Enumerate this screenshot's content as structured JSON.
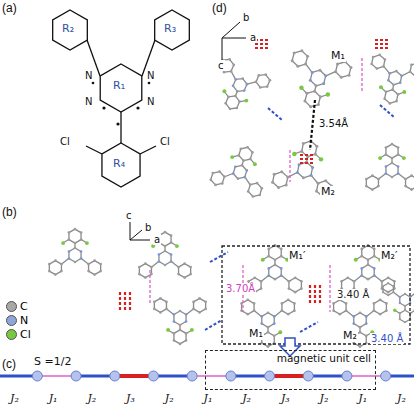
{
  "diagram": {
    "nodes": [
      {
        "text": [
          "magnetic unit cell"
        ]
      }
    ],
    "labels": [
      "(a)",
      "R₁",
      "R₂",
      "R₃",
      "R₄",
      "N",
      "N",
      "N",
      "N",
      "Cl",
      "Cl",
      "(d)",
      "b",
      "a",
      "c",
      "M₁",
      "3.54Å",
      "M₂",
      "(b)",
      "c",
      "b",
      "a",
      "M₁′",
      "M₂′",
      "3.70Å",
      "3.40 Å",
      "M₁",
      "M₂",
      "3.40 Å",
      "(c)",
      "S =1/2",
      "J₂",
      "J₁",
      "J₂",
      "J₃",
      "J₂",
      "J₁",
      "J₂",
      "J₃",
      "J₂",
      "J₁",
      "J₂"
    ],
    "legend": [
      {
        "text": "C",
        "color": "#a8a8a8"
      },
      {
        "text": "N",
        "color": "#8fa6d8"
      },
      {
        "text": "Cl",
        "color": "#78c840"
      }
    ]
  }
}
